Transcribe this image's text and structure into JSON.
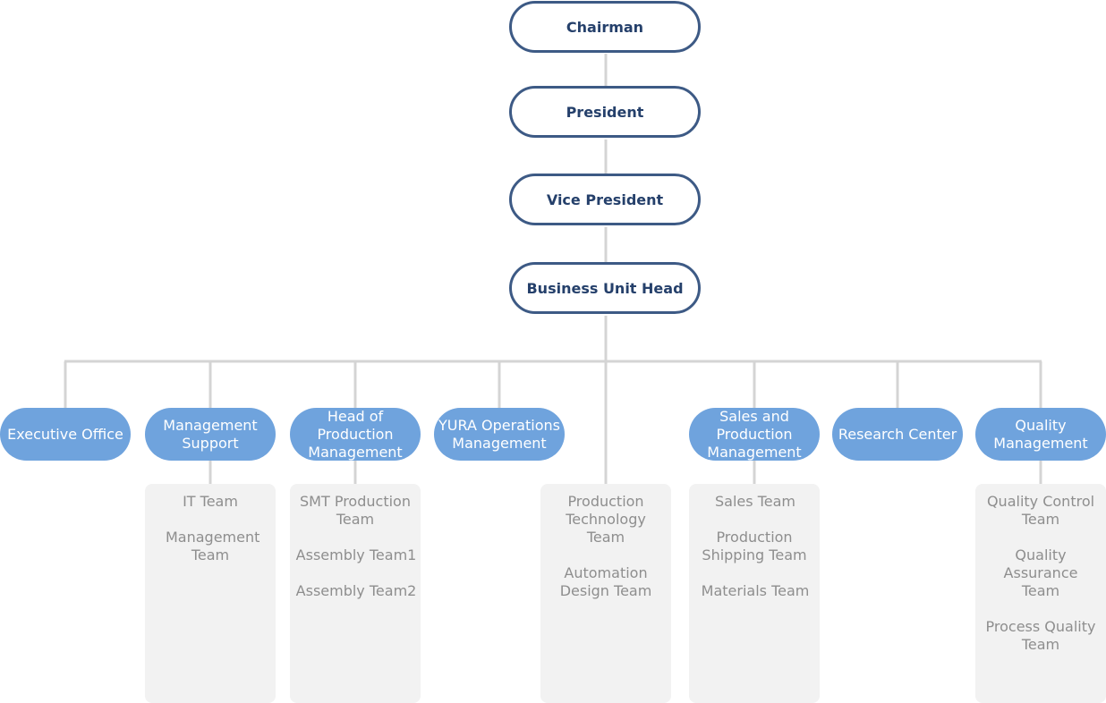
{
  "chart": {
    "executives": [
      {
        "id": "chairman",
        "label": "Chairman"
      },
      {
        "id": "president",
        "label": "President"
      },
      {
        "id": "vice-president",
        "label": "Vice President"
      },
      {
        "id": "business-unit-head",
        "label": "Business Unit Head"
      }
    ],
    "departments": [
      {
        "id": "executive-office",
        "label": "Executive Office"
      },
      {
        "id": "management-support",
        "label": "Management Support"
      },
      {
        "id": "head-of-production-management",
        "label": "Head of Production Management"
      },
      {
        "id": "yura-operations-management",
        "label": "YURA Operations Management"
      },
      {
        "id": "sales-and-production-management",
        "label": "Sales and Production Management"
      },
      {
        "id": "research-center",
        "label": "Research Center"
      },
      {
        "id": "quality-management",
        "label": "Quality Management"
      }
    ],
    "team_groups": [
      {
        "id": "management-support-teams",
        "teams": [
          "IT Team",
          "Management Team"
        ]
      },
      {
        "id": "production-teams",
        "teams": [
          "SMT Production Team",
          "Assembly Team1",
          "Assembly Team2"
        ]
      },
      {
        "id": "direct-teams",
        "teams": [
          "Production Technology Team",
          "Automation Design Team"
        ]
      },
      {
        "id": "sales-teams",
        "teams": [
          "Sales Team",
          "Production Shipping Team",
          "Materials Team"
        ]
      },
      {
        "id": "quality-teams",
        "teams": [
          "Quality Control Team",
          "Quality Assurance Team",
          "Process Quality Team"
        ]
      }
    ]
  },
  "colors": {
    "executive_border": "#3d5a85",
    "executive_text": "#25406b",
    "department_fill": "#6fa3dd",
    "team_panel_fill": "#f2f2f2",
    "team_text": "#8e8e8e",
    "connector": "#d4d4d4"
  }
}
